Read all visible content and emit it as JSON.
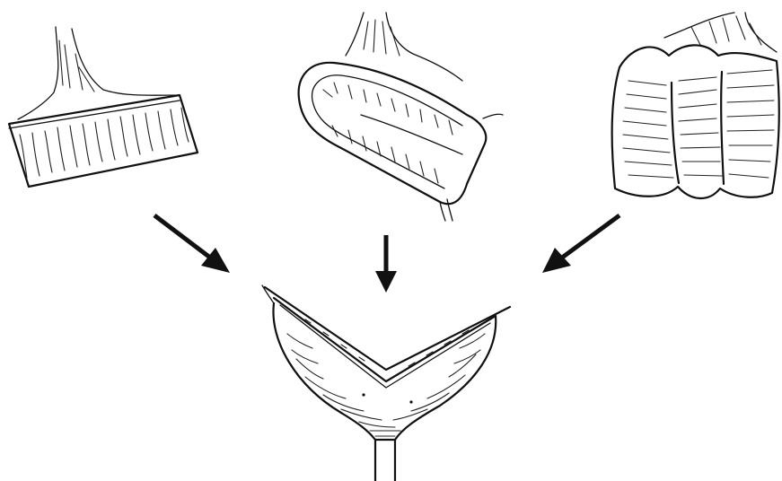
{
  "figure": {
    "kind": "surgical illustration",
    "panels": [
      {
        "id": "straight-pouch",
        "icon": "straight-bowel-segment-icon"
      },
      {
        "id": "j-pouch",
        "icon": "folded-j-pouch-icon"
      },
      {
        "id": "w-pouch",
        "icon": "folded-w-pouch-icon"
      },
      {
        "id": "v-shaped-result",
        "icon": "v-shaped-reservoir-icon"
      }
    ],
    "arrows": [
      "arrow-left",
      "arrow-center",
      "arrow-right"
    ],
    "ink_color": "#111111",
    "background": "#ffffff"
  }
}
